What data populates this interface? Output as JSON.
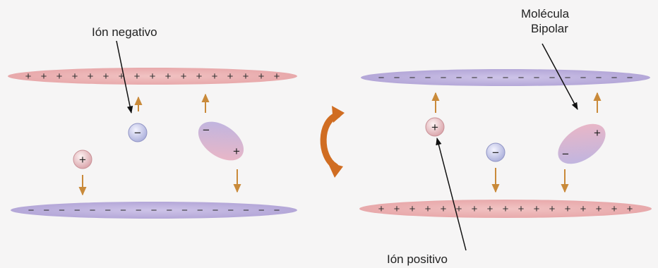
{
  "labels": {
    "negative_ion": "Ión negativo",
    "bipolar_line1": "Molécula",
    "bipolar_line2": "Bipolar",
    "positive_ion": "Ión positivo"
  },
  "signs": {
    "plus": "+",
    "minus": "−"
  },
  "colors": {
    "positive_plate": "#f0b9b9",
    "negative_plate": "#c4b7e0",
    "arrow": "#c98a3a",
    "rotation_arrow": "#d06d22",
    "pointer": "#111111"
  }
}
